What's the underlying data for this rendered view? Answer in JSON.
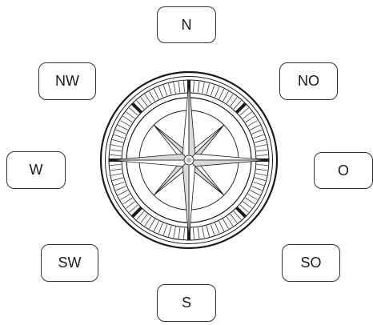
{
  "directions": {
    "n": "N",
    "nw": "NW",
    "no": "NO",
    "w": "W",
    "o": "O",
    "sw": "SW",
    "so": "SO",
    "s": "S"
  },
  "compass": {
    "icon": "compass-rose-icon",
    "ink_color": "#1a1a1a"
  }
}
